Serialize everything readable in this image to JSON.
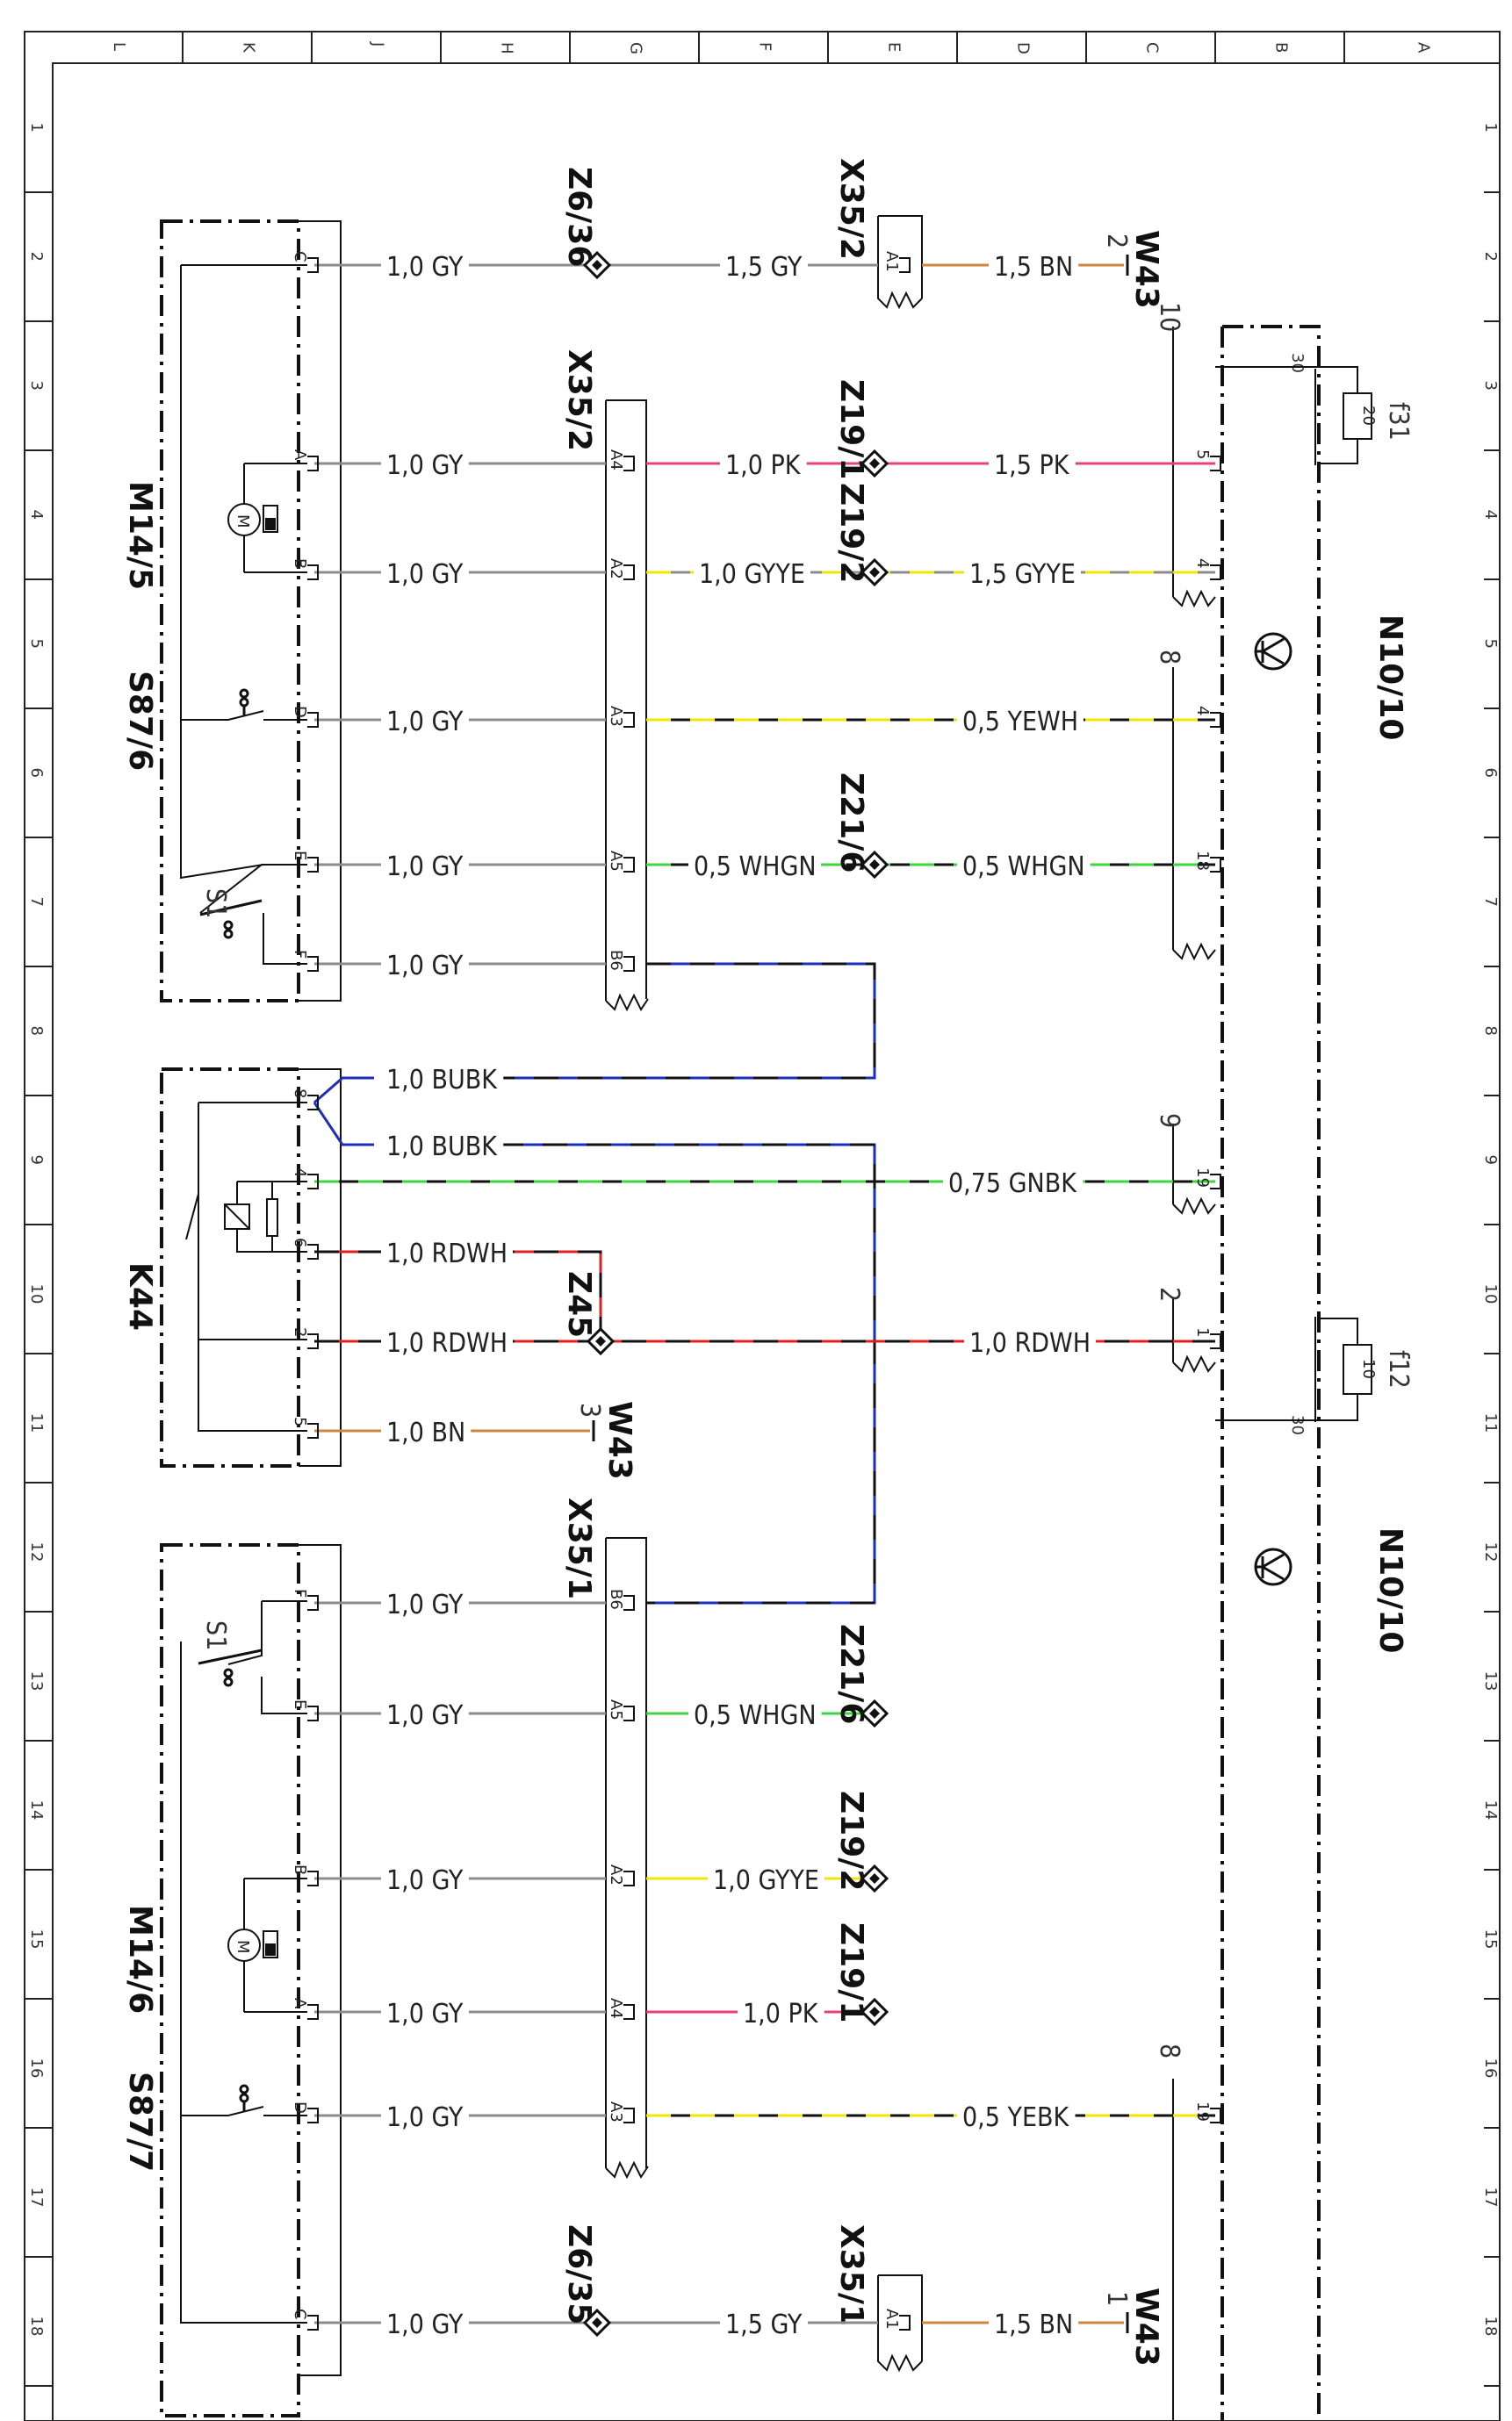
{
  "grid": {
    "columns": [
      "L",
      "K",
      "J",
      "H",
      "G",
      "F",
      "E",
      "D",
      "C",
      "B",
      "A"
    ],
    "rows": [
      "1",
      "2",
      "3",
      "4",
      "5",
      "6",
      "7",
      "8",
      "9",
      "10",
      "11",
      "12",
      "13",
      "14",
      "15",
      "16",
      "17",
      "18"
    ]
  },
  "components": {
    "m14_5": "M14/5",
    "s87_6": "S87/6",
    "k44": "K44",
    "m14_6": "M14/6",
    "s87_7": "S87/7",
    "n10_10_top": "N10/10",
    "n10_10_bottom": "N10/10",
    "f31": "f31",
    "f31_value": "20",
    "f12": "f12",
    "f12_value": "10",
    "s1": "S1",
    "motor": "M"
  },
  "connectors": {
    "x35_2_top": "X35/2",
    "x35_2_mid": "X35/2",
    "x35_1_mid": "X35/1",
    "x35_1_bot": "X35/1",
    "z6_36": "Z6/36",
    "z6_35": "Z6/35",
    "z19_1_top": "Z19/1",
    "z19_2_top": "Z19/2",
    "z21_6_top": "Z21/6",
    "z45": "Z45",
    "z21_6_bot": "Z21/6",
    "z19_2_bot": "Z19/2",
    "z19_1_bot": "Z19/1",
    "w43_top": "W43",
    "w43_mid": "W43",
    "w43_bot": "W43",
    "w43_top_pin": "2",
    "w43_mid_pin": "3",
    "w43_bot_pin": "1"
  },
  "pins": {
    "m14_5": [
      "C",
      "A",
      "B",
      "D",
      "E",
      "F"
    ],
    "x35_2_top": "A1",
    "x35_2": [
      "A4",
      "A2",
      "A3",
      "A5",
      "B6"
    ],
    "k44": [
      "8",
      "4",
      "6",
      "2",
      "5"
    ],
    "m14_6": [
      "F",
      "E",
      "B",
      "A",
      "D",
      "C"
    ],
    "x35_1": [
      "B6",
      "A5",
      "A2",
      "A4",
      "A3"
    ],
    "x35_1_bot": "A1",
    "n10_top": [
      "30",
      "5",
      "4",
      "4",
      "18",
      "19",
      "1",
      "30"
    ],
    "n10_bot": [
      "19"
    ],
    "ext_top": [
      "10",
      "8",
      "9",
      "2"
    ],
    "ext_bot": [
      "8"
    ]
  },
  "wires": {
    "r2_left": "1,0 GY",
    "r2_mid": "1,5 GY",
    "r2_right": "1,5 BN",
    "r3_left": "1,0 GY",
    "r3_mid": "1,0 PK",
    "r3_right": "1,5 PK",
    "r4_left": "1,0 GY",
    "r4_mid": "1,0 GYYE",
    "r4_right": "1,5 GYYE",
    "r5_left": "1,0 GY",
    "r5_right": "0,5 YEWH",
    "r6_left": "1,0 GY",
    "r6_mid": "0,5 WHGN",
    "r6_right": "0,5 WHGN",
    "r7_left": "1,0 GY",
    "k8a": "1,0 BUBK",
    "k8b": "1,0 BUBK",
    "k4": "0,75 GNBK",
    "k6": "1,0 RDWH",
    "k2": "1,0 RDWH",
    "k2_right": "1,0 RDWH",
    "k5": "1,0 BN",
    "b12_left": "1,0 GY",
    "b13_left": "1,0 GY",
    "b13_mid": "0,5 WHGN",
    "b14_left": "1,0 GY",
    "b14_mid": "1,0 GYYE",
    "b15_left": "1,0 GY",
    "b15_mid": "1,0 PK",
    "b16_left": "1,0 GY",
    "b16_right": "0,5 YEBK",
    "b18_left": "1,0 GY",
    "b18_mid": "1,5 GY",
    "b18_right": "1,5 BN"
  },
  "colors": {
    "gray": "#8c8c8c",
    "pink": "#e8407a",
    "yellow": "#f2e600",
    "green": "#3ed63e",
    "blue": "#1c2fb8",
    "red": "#e02020",
    "brown": "#c98a3c",
    "black": "#111111"
  }
}
